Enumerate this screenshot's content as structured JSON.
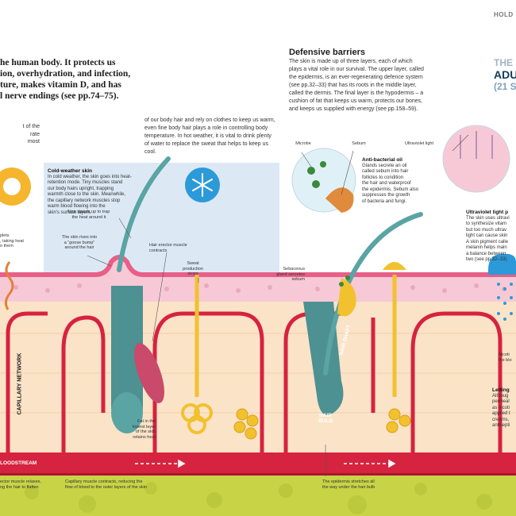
{
  "header": {
    "running_head": "HOLD"
  },
  "intro": {
    "lines": [
      "he human body. It protects us",
      "ion, overhydration, and infection,",
      "ture, makes vitamin D, and has",
      "l nerve endings (see pp.74–75)."
    ]
  },
  "left_column": {
    "lines": [
      "t of the",
      "rate",
      "most"
    ]
  },
  "middle_column": {
    "lines": [
      "of our body hair and rely on clothes to keep us warm,",
      "even fine body hair plays a role in controlling body",
      "temperature. In hot weather, it is vital to drink plenty",
      "of water to replace the sweat that helps to keep us cool."
    ]
  },
  "defensive_barriers": {
    "title": "Defensive barriers",
    "lines": [
      "The skin is made up of three layers, each of which",
      "plays a vital role in our survival. The upper layer, called",
      "the epidermis, is an ever-regenerating defence system",
      "(see pp.32–33) that has its roots in the middle layer,",
      "called the dermis. The final layer is the hypodermis – a",
      "cushion of fat that keeps us warm, protects our bones,",
      "and keeps us supplied with energy (see pp.158–59)."
    ]
  },
  "side_box": {
    "line1": "THE S",
    "line2": "ADU",
    "line3": "(21 S"
  },
  "cold_weather": {
    "title": "Cold-weather skin",
    "lines": [
      "In cold weather, the skin goes into heat-",
      "retention mode. Tiny muscles stand",
      "our body hairs upright, trapping",
      "warmth close to the skin. Meanwhile,",
      "the capillary network muscles stop",
      "warm blood flowing into the",
      "skin's surface layers."
    ]
  },
  "labels": {
    "droplets": [
      "plets",
      ", taking heat",
      "o them"
    ],
    "hair_stands": [
      "Hair stands up to trap",
      "the heat around it"
    ],
    "goose_bump": [
      "The skin rises into",
      "a “goose bump”",
      "around the hair"
    ],
    "erector_contracts": [
      "Hair erector muscle",
      "contracts"
    ],
    "sweat_stops": [
      "Sweat",
      "production",
      "stops"
    ],
    "fat": [
      "Fat in the",
      "lowest layer",
      "of the skin",
      "retains heat"
    ],
    "microbe": "Microbe",
    "sebum": "Sebum",
    "ultraviolet_light": "Ultraviolet light",
    "sebaceous": [
      "Sebaceous",
      "gland secretes",
      "sebum"
    ],
    "capillary_network": "CAPILLARY NETWORK",
    "hair_shaft": "HAIR SHAFT",
    "hair_bulb": [
      "HAIR",
      "BULB"
    ],
    "bloodstream": "LOODSTREAM",
    "erector_relaxes": [
      "ector muscle relaxes,",
      "ng the hair to flatten"
    ],
    "capillary_contracts": [
      "Capillary muscle contracts, reducing the",
      "flow of blood to the outer layers of the skin"
    ],
    "epidermis_stretches": [
      "The epidermis stretches all",
      "the way under the hair bulb"
    ],
    "nicotine": [
      "Nicoti",
      "the blo"
    ]
  },
  "anti_bacterial": {
    "title": "Anti-bacterial oil",
    "lines": [
      "Glands secrete an oil",
      "called sebum into hair",
      "follicles to condition",
      "the hair and waterproof",
      "the epidermis. Sebum also",
      "suppresses the growth",
      "of bacteria and fungi."
    ]
  },
  "ultraviolet": {
    "title": "Ultraviolet light p",
    "lines": [
      "The skin uses ultravi",
      "to synthesize vitam",
      "but too much ultrav",
      "light can cause skin",
      "A skin pigment calle",
      "melanin helps main",
      "a balance between",
      "two (see pp.32–33)."
    ]
  },
  "letting": {
    "title": "Letting",
    "lines": [
      "Althoug",
      "permeal",
      "as nicoti",
      "applied t",
      "creams,",
      "antisepti"
    ]
  },
  "colors": {
    "epidermis": "#e85f87",
    "epidermis_light": "#f7c9d6",
    "dermis": "#fbe3c8",
    "hypodermis": "#c8d446",
    "blood": "#d6233f",
    "hair": "#5aa4a4",
    "sweat": "#f2c12e",
    "sky": "#dce9f5",
    "sun": "#f5b52d",
    "snow_icon": "#2c9ad8",
    "microbe": "#3a8a3a"
  }
}
